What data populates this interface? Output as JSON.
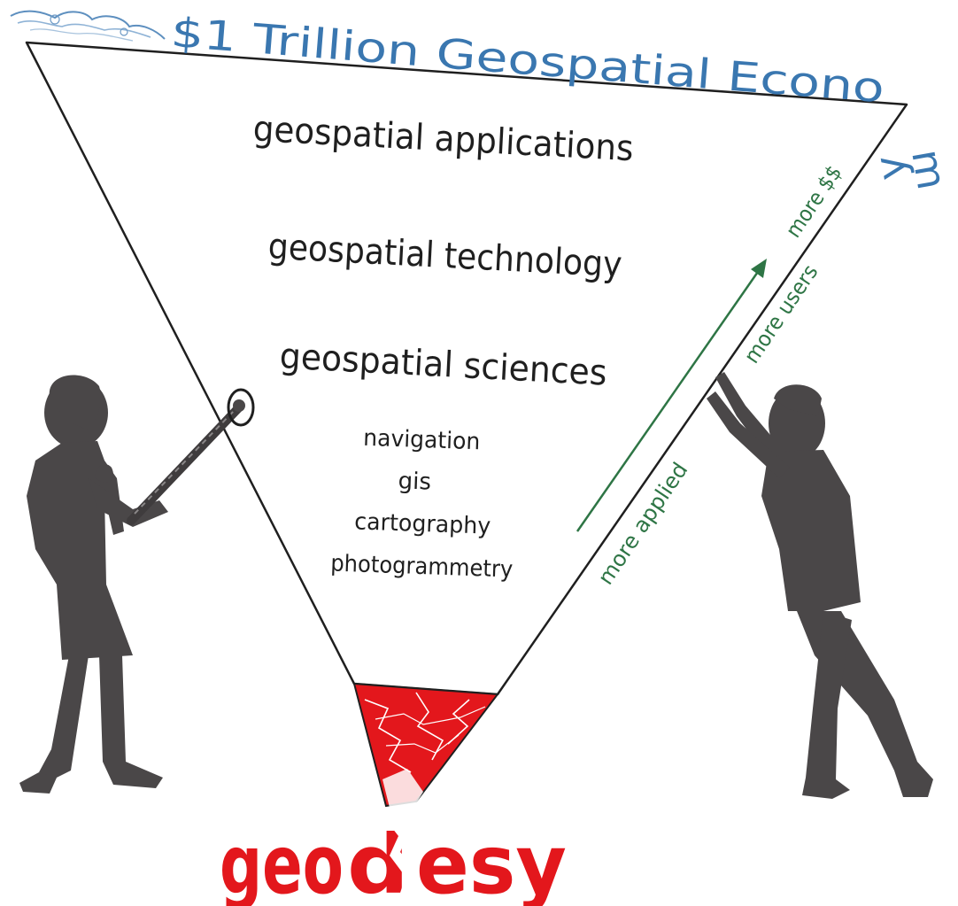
{
  "header": {
    "title_part1": "$1 Trillion Geospatial Econo",
    "title_m": "m",
    "title_y": "y"
  },
  "layers": {
    "applications": "geospatial applications",
    "technology": "geospatial technology",
    "sciences": "geospatial sciences"
  },
  "disciplines": [
    "navigation",
    "gis",
    "cartography",
    "photogrammetry"
  ],
  "trend_labels": {
    "more_applied": "more applied",
    "more_users": "more users",
    "more_money": "more $$"
  },
  "base": {
    "label_left": "geo",
    "label_right": "esy"
  },
  "colors": {
    "title_blue": "#3a77b0",
    "trend_green": "#2e7545",
    "geodesy_red": "#e3171c",
    "silhouette": "#4a4748",
    "outline": "#1f1f1f"
  }
}
